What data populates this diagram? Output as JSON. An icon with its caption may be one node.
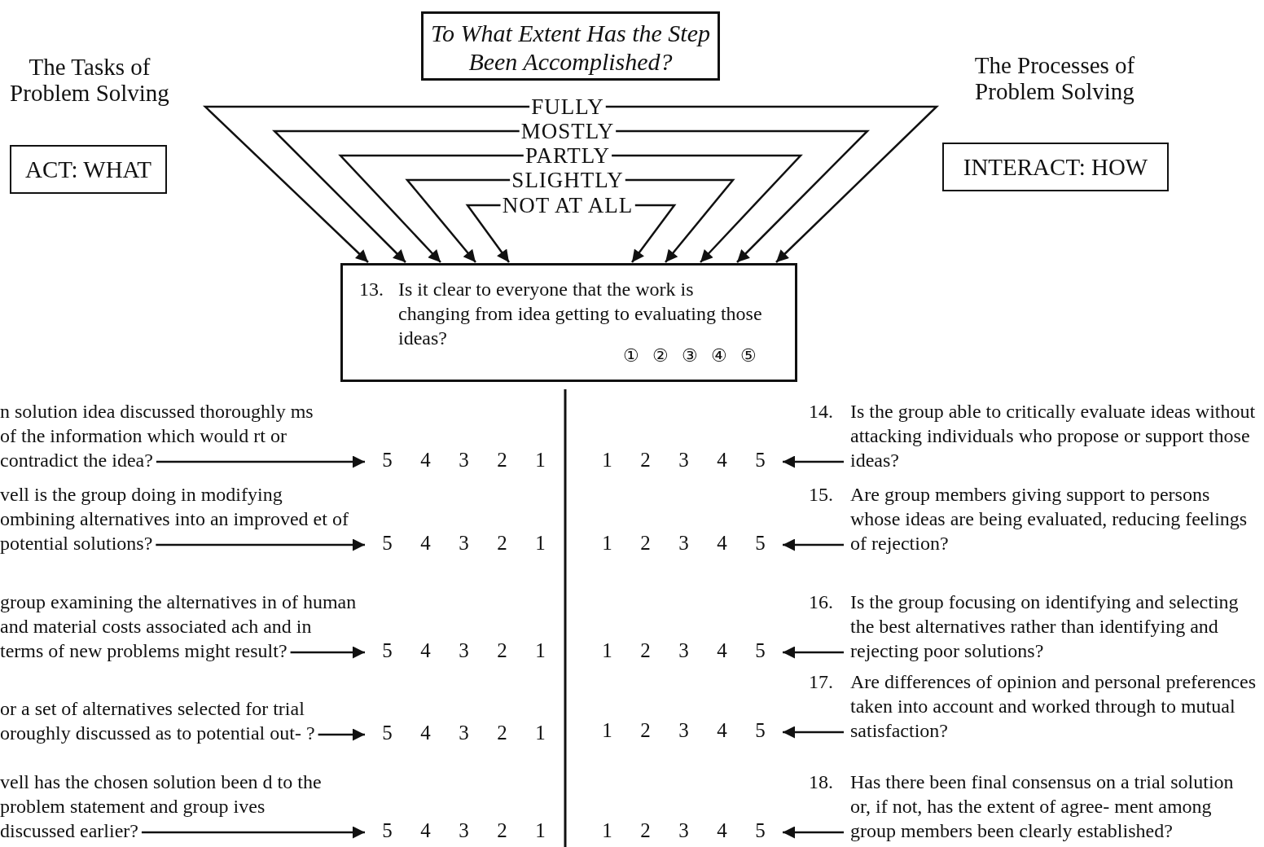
{
  "diagram": {
    "nodes": [
      {
        "text": [
          "The Tasks of Problem Solving",
          "ACT: WHAT"
        ]
      },
      {
        "text": [
          "The Processes of Problem Solving",
          "INTERACT: HOW"
        ]
      },
      {
        "text": [
          "To What Extent Has the Step Been Accomplished?"
        ]
      },
      {
        "text": [
          "FULLY"
        ]
      },
      {
        "text": [
          "MOSTLY"
        ]
      },
      {
        "text": [
          "PARTLY"
        ]
      },
      {
        "text": [
          "SLIGHTLY"
        ]
      },
      {
        "text": [
          "NOT AT ALL"
        ]
      },
      {
        "text": [
          "13.",
          "Is it clear to everyone that the work is changing from idea getting to evaluating those ideas?",
          "①",
          "②",
          "③",
          "④",
          "⑤"
        ]
      },
      {
        "text": [
          "n solution idea discussed thoroughly ms of the information which would rt or contradict the idea?"
        ]
      },
      {
        "text": [
          "5",
          "4",
          "3",
          "2",
          "1"
        ]
      },
      {
        "text": [
          "vell is the group doing in modifying ombining alternatives into an improved et of potential solutions?"
        ]
      },
      {
        "text": [
          "5",
          "4",
          "3",
          "2",
          "1"
        ]
      },
      {
        "text": [
          "group examining the alternatives in of human and material costs associated ach and in terms of new problems might result?"
        ]
      },
      {
        "text": [
          "5",
          "4",
          "3",
          "2",
          "1"
        ]
      },
      {
        "text": [
          "or a set of alternatives selected for trial oroughly discussed as to potential out- ?"
        ]
      },
      {
        "text": [
          "5",
          "4",
          "3",
          "2",
          "1"
        ]
      },
      {
        "text": [
          "vell has the chosen solution been d to the problem statement and group ives discussed earlier?"
        ]
      },
      {
        "text": [
          "5",
          "4",
          "3",
          "2",
          "1"
        ]
      },
      {
        "text": [
          "14.",
          "Is the group able to critically evaluate ideas without attacking individuals who propose or support those ideas?"
        ]
      },
      {
        "text": [
          "1",
          "2",
          "3",
          "4",
          "5"
        ]
      },
      {
        "text": [
          "15.",
          "Are group members giving support to persons whose ideas are being evaluated, reducing feelings of rejection?"
        ]
      },
      {
        "text": [
          "1",
          "2",
          "3",
          "4",
          "5"
        ]
      },
      {
        "text": [
          "16.",
          "Is the group focusing on identifying and selecting the best alternatives rather than identifying and rejecting poor solutions?"
        ]
      },
      {
        "text": [
          "1",
          "2",
          "3",
          "4",
          "5"
        ]
      },
      {
        "text": [
          "17.",
          "Are differences of opinion and personal preferences taken into account and worked through to mutual satisfaction?"
        ]
      },
      {
        "text": [
          "1",
          "2",
          "3",
          "4",
          "5"
        ]
      },
      {
        "text": [
          "18.",
          "Has there been final consensus on a trial solution or, if not, has the extent of agree- ment among group members been clearly established?"
        ]
      },
      {
        "text": [
          "1",
          "2",
          "3",
          "4",
          "5"
        ]
      }
    ],
    "edges": [
      {
        "from": 3,
        "to": 8,
        "arrow": "to"
      },
      {
        "from": 3,
        "to": 8,
        "arrow": "to"
      },
      {
        "from": 4,
        "to": 8,
        "arrow": "to"
      },
      {
        "from": 4,
        "to": 8,
        "arrow": "to"
      },
      {
        "from": 5,
        "to": 8,
        "arrow": "to"
      },
      {
        "from": 5,
        "to": 8,
        "arrow": "to"
      },
      {
        "from": 6,
        "to": 8,
        "arrow": "to"
      },
      {
        "from": 6,
        "to": 8,
        "arrow": "to"
      },
      {
        "from": 7,
        "to": 8,
        "arrow": "to"
      },
      {
        "from": 7,
        "to": 8,
        "arrow": "to"
      },
      {
        "from": 9,
        "to": 10,
        "arrow": "to"
      },
      {
        "from": 11,
        "to": 12,
        "arrow": "to"
      },
      {
        "from": 13,
        "to": 14,
        "arrow": "to"
      },
      {
        "from": 15,
        "to": 16,
        "arrow": "to"
      },
      {
        "from": 17,
        "to": 18,
        "arrow": "to"
      },
      {
        "from": 19,
        "to": 20,
        "arrow": "to"
      },
      {
        "from": 21,
        "to": 22,
        "arrow": "to"
      },
      {
        "from": 23,
        "to": 24,
        "arrow": "to"
      },
      {
        "from": 25,
        "to": 26,
        "arrow": "to"
      },
      {
        "from": 27,
        "to": 28,
        "arrow": "to"
      }
    ]
  }
}
